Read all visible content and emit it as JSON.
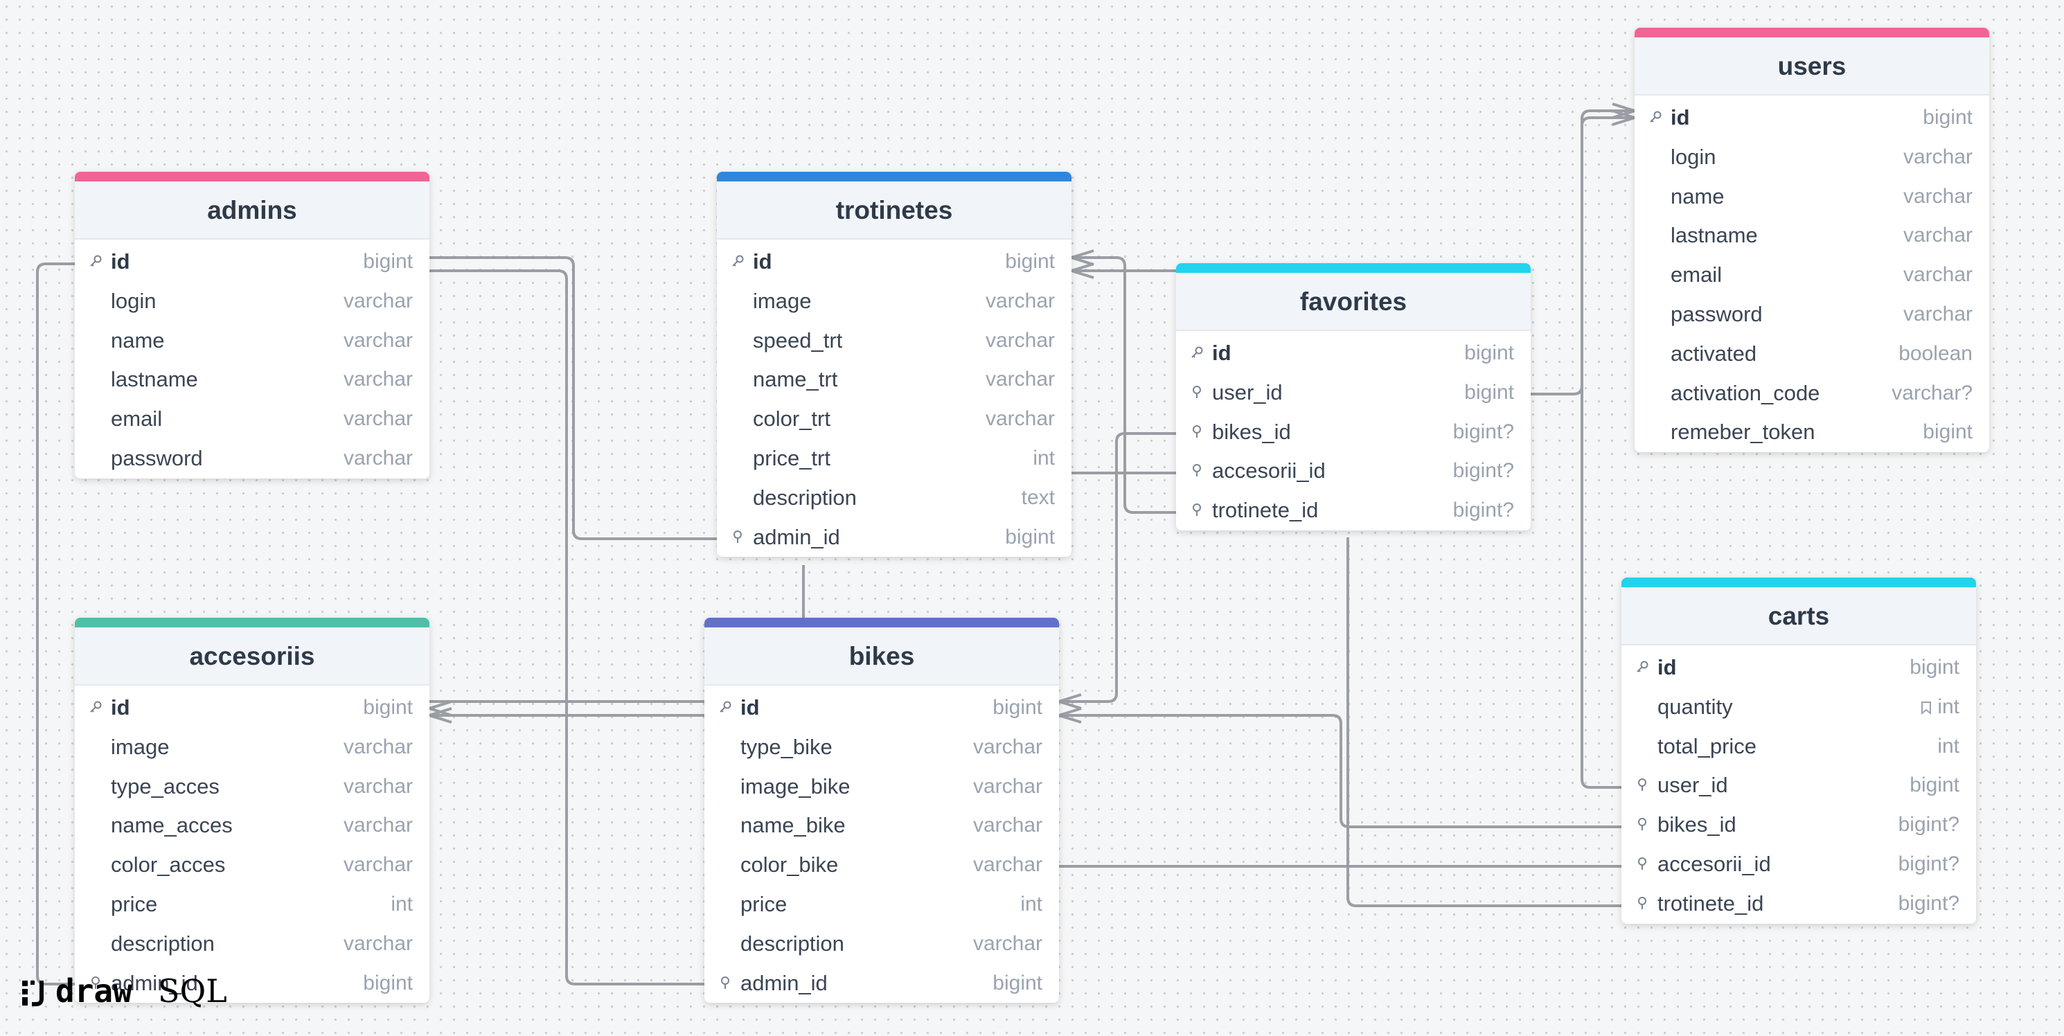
{
  "brand": {
    "word1": "draw",
    "word2": "SQL"
  },
  "tables": [
    {
      "name": "admins",
      "color": "#f06595",
      "fields": [
        {
          "name": "id",
          "type": "bigint",
          "icon": "key"
        },
        {
          "name": "login",
          "type": "varchar"
        },
        {
          "name": "name",
          "type": "varchar"
        },
        {
          "name": "lastname",
          "type": "varchar"
        },
        {
          "name": "email",
          "type": "varchar"
        },
        {
          "name": "password",
          "type": "varchar"
        }
      ]
    },
    {
      "name": "trotinetes",
      "color": "#2f86de",
      "fields": [
        {
          "name": "id",
          "type": "bigint",
          "icon": "key"
        },
        {
          "name": "image",
          "type": "varchar"
        },
        {
          "name": "speed_trt",
          "type": "varchar"
        },
        {
          "name": "name_trt",
          "type": "varchar"
        },
        {
          "name": "color_trt",
          "type": "varchar"
        },
        {
          "name": "price_trt",
          "type": "int"
        },
        {
          "name": "description",
          "type": "text"
        },
        {
          "name": "admin_id",
          "type": "bigint",
          "icon": "fk"
        }
      ]
    },
    {
      "name": "favorites",
      "color": "#22d3ee",
      "fields": [
        {
          "name": "id",
          "type": "bigint",
          "icon": "key"
        },
        {
          "name": "user_id",
          "type": "bigint",
          "icon": "fk"
        },
        {
          "name": "bikes_id",
          "type": "bigint?",
          "icon": "fk"
        },
        {
          "name": "accesorii_id",
          "type": "bigint?",
          "icon": "fk"
        },
        {
          "name": "trotinete_id",
          "type": "bigint?",
          "icon": "fk"
        }
      ]
    },
    {
      "name": "users",
      "color": "#f06595",
      "fields": [
        {
          "name": "id",
          "type": "bigint",
          "icon": "key"
        },
        {
          "name": "login",
          "type": "varchar"
        },
        {
          "name": "name",
          "type": "varchar"
        },
        {
          "name": "lastname",
          "type": "varchar"
        },
        {
          "name": "email",
          "type": "varchar"
        },
        {
          "name": "password",
          "type": "varchar"
        },
        {
          "name": "activated",
          "type": "boolean"
        },
        {
          "name": "activation_code",
          "type": "varchar?"
        },
        {
          "name": "remeber_token",
          "type": "bigint"
        }
      ]
    },
    {
      "name": "accesoriis",
      "color": "#4fbfaa",
      "fields": [
        {
          "name": "id",
          "type": "bigint",
          "icon": "key"
        },
        {
          "name": "image",
          "type": "varchar"
        },
        {
          "name": "type_acces",
          "type": "varchar"
        },
        {
          "name": "name_acces",
          "type": "varchar"
        },
        {
          "name": "color_acces",
          "type": "varchar"
        },
        {
          "name": "price",
          "type": "int"
        },
        {
          "name": "description",
          "type": "varchar"
        },
        {
          "name": "admin_id",
          "type": "bigint",
          "icon": "fk"
        }
      ]
    },
    {
      "name": "bikes",
      "color": "#6270c9",
      "fields": [
        {
          "name": "id",
          "type": "bigint",
          "icon": "key"
        },
        {
          "name": "type_bike",
          "type": "varchar"
        },
        {
          "name": "image_bike",
          "type": "varchar"
        },
        {
          "name": "name_bike",
          "type": "varchar"
        },
        {
          "name": "color_bike",
          "type": "varchar"
        },
        {
          "name": "price",
          "type": "int"
        },
        {
          "name": "description",
          "type": "varchar"
        },
        {
          "name": "admin_id",
          "type": "bigint",
          "icon": "fk"
        }
      ]
    },
    {
      "name": "carts",
      "color": "#22d3ee",
      "fields": [
        {
          "name": "id",
          "type": "bigint",
          "icon": "key"
        },
        {
          "name": "quantity",
          "type": "int",
          "comment": true
        },
        {
          "name": "total_price",
          "type": "int"
        },
        {
          "name": "user_id",
          "type": "bigint",
          "icon": "fk"
        },
        {
          "name": "bikes_id",
          "type": "bigint?",
          "icon": "fk"
        },
        {
          "name": "accesorii_id",
          "type": "bigint?",
          "icon": "fk"
        },
        {
          "name": "trotinete_id",
          "type": "bigint?",
          "icon": "fk"
        }
      ]
    }
  ]
}
